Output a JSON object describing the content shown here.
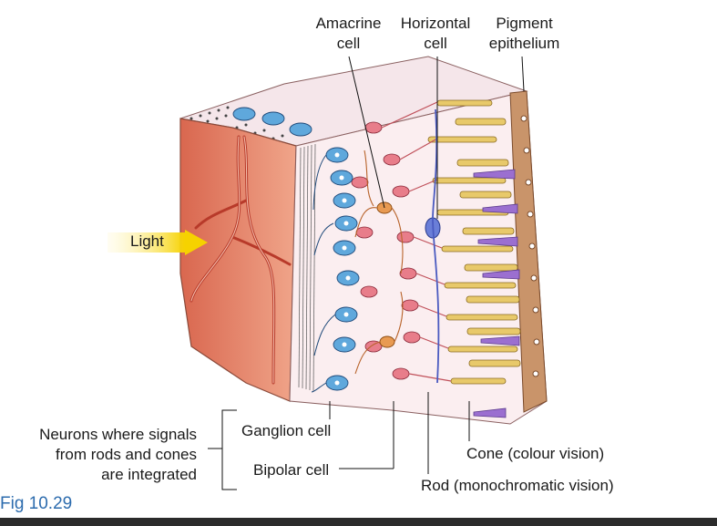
{
  "labels": {
    "amacrine": [
      "Amacrine",
      "cell"
    ],
    "horizontal": [
      "Horizontal",
      "cell"
    ],
    "pigment": [
      "Pigment",
      "epithelium"
    ],
    "light": "Light",
    "ganglion": "Ganglion cell",
    "bipolar": "Bipolar cell",
    "cone": "Cone (colour vision)",
    "rod": "Rod (monochromatic vision)",
    "neurons": [
      "Neurons where signals",
      "from rods and cones",
      "are integrated"
    ]
  },
  "figure_label": "Fig 10.29",
  "colors": {
    "accent": "#2d6cae",
    "light_arrow": "#f6d200",
    "vessel": "#e07b62",
    "ganglion": "#5fa8dc",
    "bipolar": "#e87d8a",
    "rod": "#e8c96a",
    "cone": "#9b6fd0",
    "epithelium": "#c9946a"
  }
}
